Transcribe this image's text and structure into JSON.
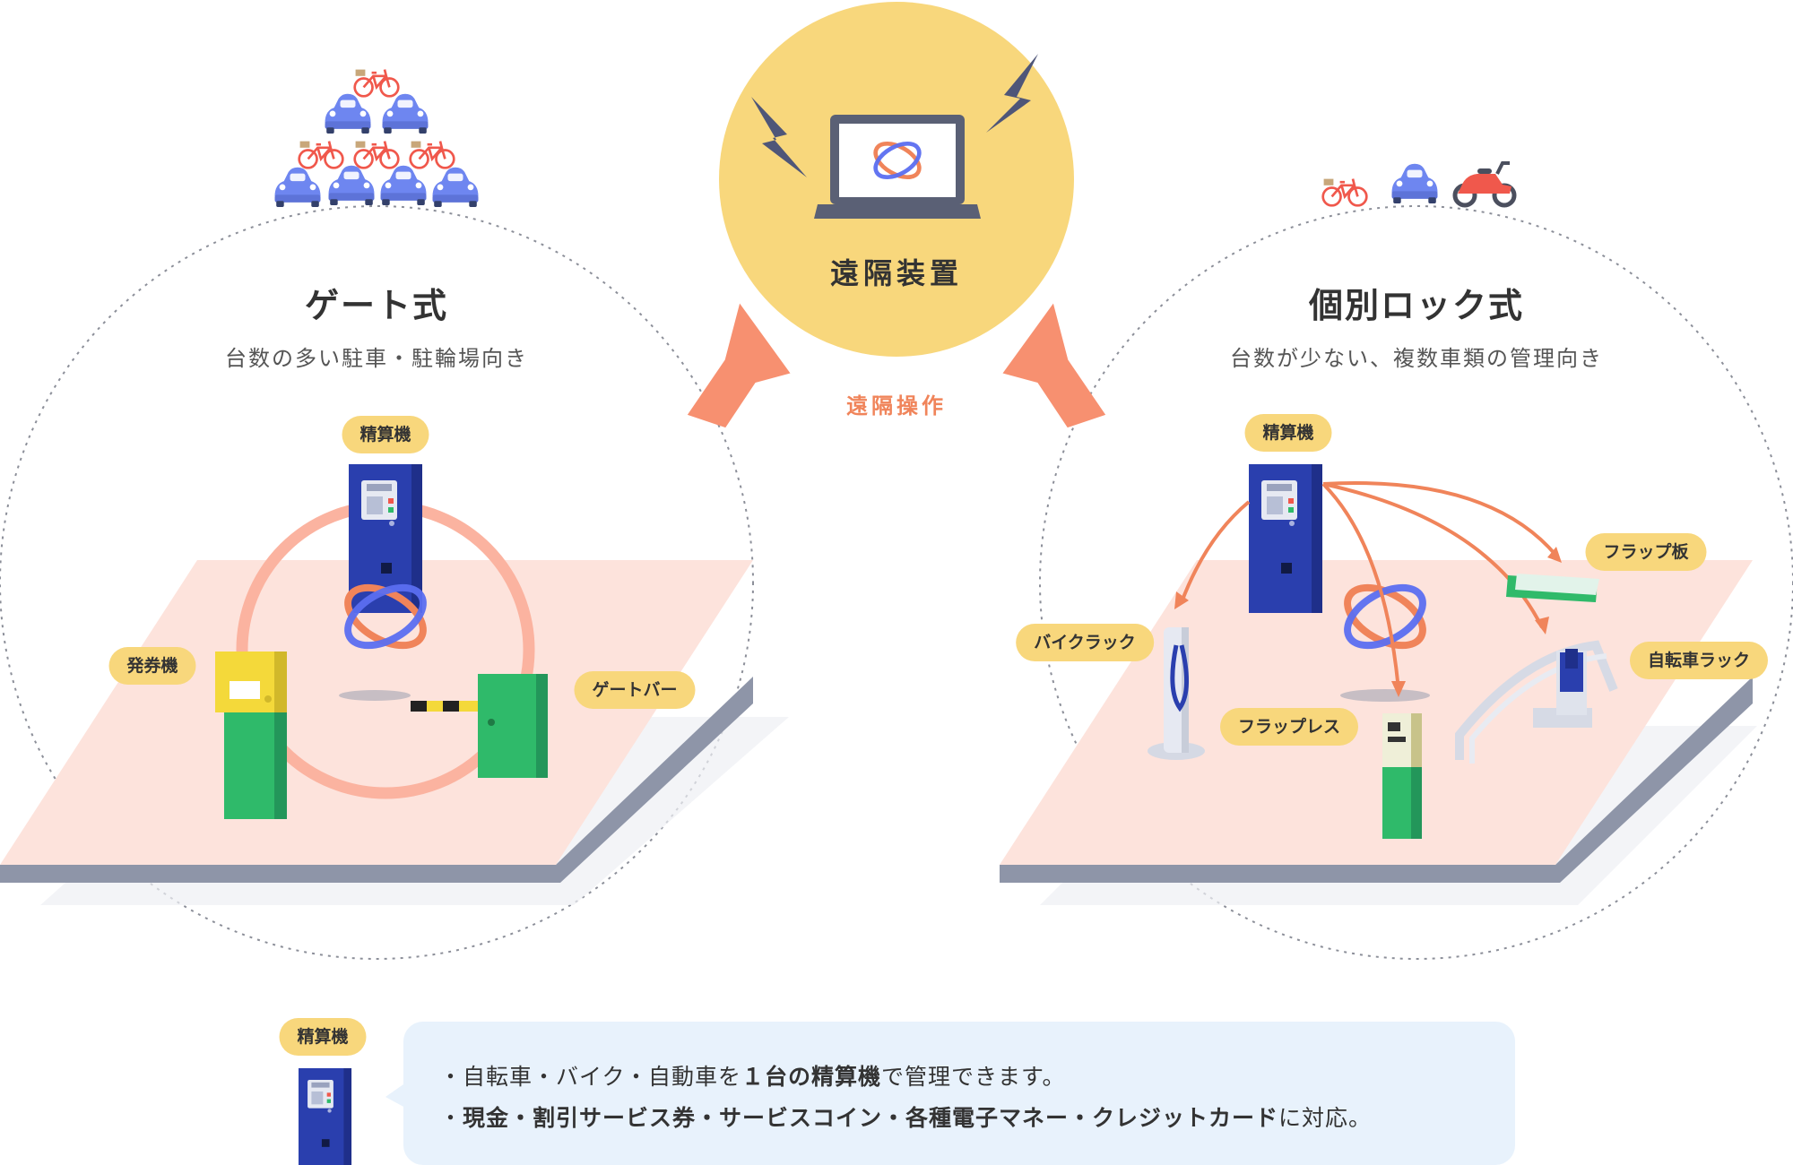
{
  "hub": {
    "label": "遠隔装置",
    "operation_label": "遠隔操作"
  },
  "left_panel": {
    "title": "ゲート式",
    "subtitle": "台数の多い駐車・駐輪場向き",
    "labels": {
      "pay_machine": "精算機",
      "ticket_machine": "発券機",
      "gate_bar": "ゲートバー"
    }
  },
  "right_panel": {
    "title": "個別ロック式",
    "subtitle": "台数が少ない、複数車類の管理向き",
    "labels": {
      "pay_machine": "精算機",
      "flap_plate": "フラップ板",
      "bike_rack": "バイクラック",
      "bicycle_rack": "自転車ラック",
      "flapless": "フラップレス"
    }
  },
  "footer": {
    "pay_machine_label": "精算機",
    "line1": {
      "prefix": "・自転車・バイク・自動車を",
      "bold": "１台の精算機",
      "suffix": "で管理できます。"
    },
    "line2": {
      "prefix": "・",
      "bold": "現金・割引サービス券・サービスコイン・各種電子マネー・クレジットカード",
      "suffix": "に対応。"
    }
  },
  "colors": {
    "hub_yellow": "#f8d77c",
    "arrow_orange": "#f79070",
    "floor_pink": "#fde3dc",
    "floor_edge": "#8e95a8",
    "machine_blue": "#2a3fae",
    "green": "#2fba6a",
    "car_blue": "#6e86f0",
    "bike_red": "#f0584c",
    "pill_yellow": "#f8d77c"
  }
}
